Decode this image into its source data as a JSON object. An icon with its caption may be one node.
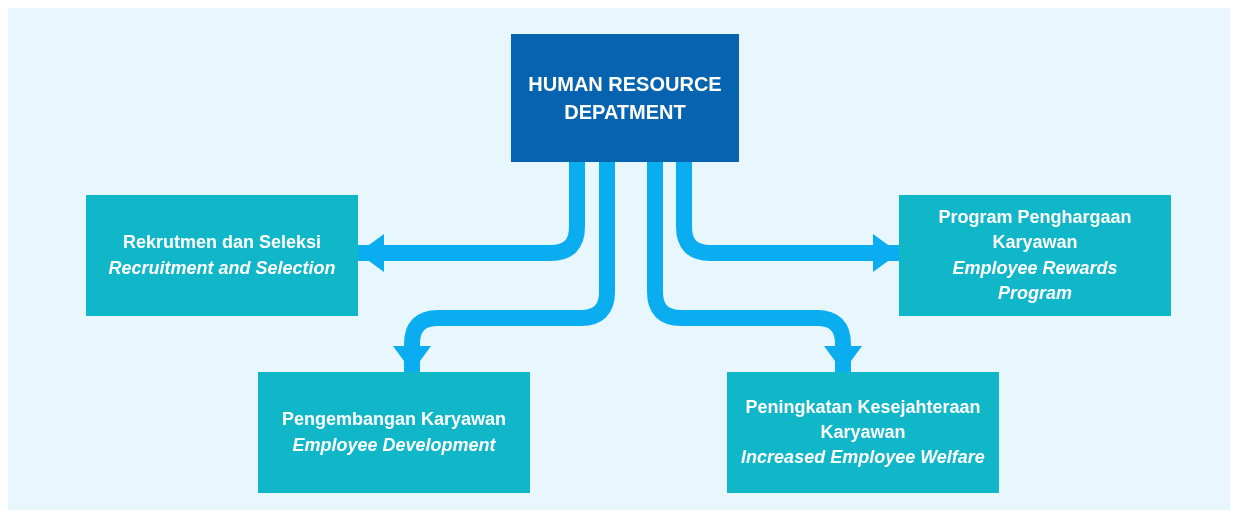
{
  "diagram": {
    "nodes": [
      {
        "text": [
          "HUMAN RESOURCE DEPATMENT"
        ]
      },
      {
        "text": [
          "Rekrutmen dan Seleksi",
          "Recruitment and Selection"
        ]
      },
      {
        "text": [
          "Program Penghargaan Karyawan",
          "Employee Rewards Program"
        ]
      },
      {
        "text": [
          "Pengembangan Karyawan",
          "Employee Development"
        ]
      },
      {
        "text": [
          "Peningkatan Kesejahteraan Karyawan",
          "Increased Employee Welfare"
        ]
      }
    ],
    "edges": [
      {
        "from": 0,
        "to": 1,
        "arrow": "to"
      },
      {
        "from": 0,
        "to": 2,
        "arrow": "to"
      },
      {
        "from": 0,
        "to": 3,
        "arrow": "to"
      },
      {
        "from": 0,
        "to": 4,
        "arrow": "to"
      }
    ]
  }
}
